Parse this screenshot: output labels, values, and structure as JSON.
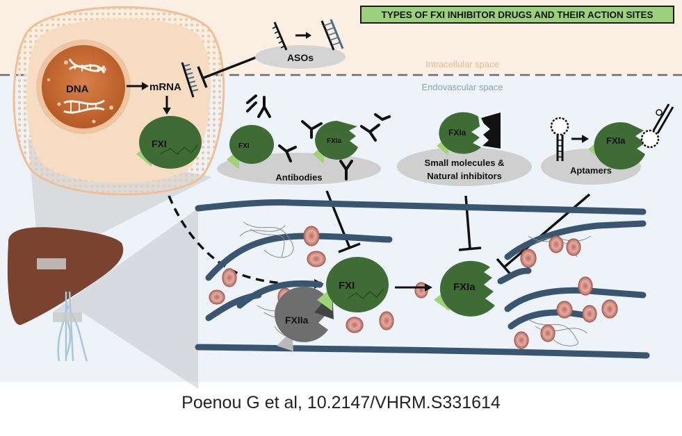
{
  "title": "TYPES OF FXI INHIBITOR DRUGS AND THEIR ACTION SITES",
  "regions": {
    "intracellular": "Intracellular space",
    "endovascular": "Endovascular space"
  },
  "labels": {
    "dna": "DNA",
    "mrna": "mRNA",
    "fxi_cell": "FXI",
    "asos": "ASOs",
    "antibodies": "Antibodies",
    "antibody_fxi": "FXI",
    "antibody_fxia": "FXIa",
    "small_molecules_line1": "Small molecules &",
    "small_molecules_line2": "Natural inhibitors",
    "small_fxia": "FXIa",
    "aptamers": "Aptamers",
    "aptamer_fxia": "FXIa",
    "vessel_fxi": "FXI",
    "vessel_fxia": "FXIa",
    "fxiia": "FXIIa"
  },
  "caption": "Poenou G et al, 10.2147/VHRM.S331614",
  "colors": {
    "intracellular_bg": "#fbefe4",
    "endovascular_bg": "#edf3f9",
    "title_box": "#9bd07c",
    "factor_green": "#3f6b35",
    "vessel_wall": "#3a5570",
    "nucleus": "#c8692f",
    "liver": "#7a4330",
    "rbc": "#c9857a"
  }
}
